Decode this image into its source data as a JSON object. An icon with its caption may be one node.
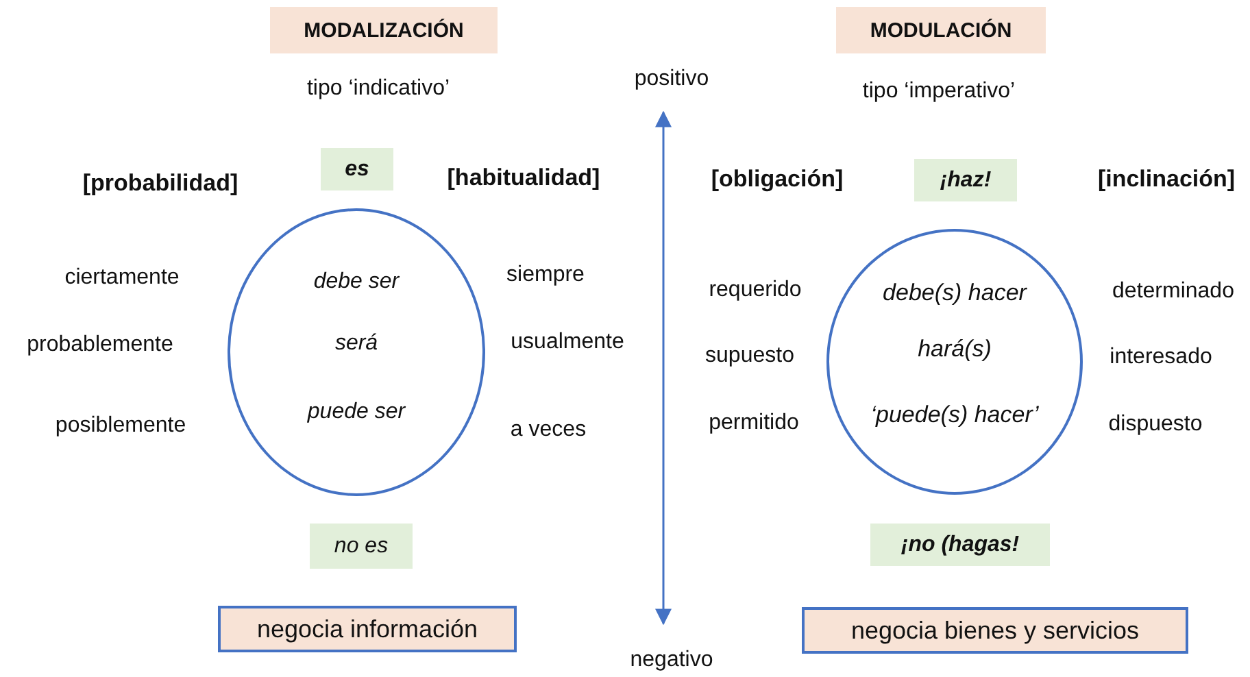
{
  "diagram": {
    "nodes": [
      {
        "text": [
          "MODALIZACIÓN"
        ]
      },
      {
        "text": [
          "es"
        ]
      },
      {
        "text": [
          "debe ser",
          "será",
          "puede ser"
        ]
      },
      {
        "text": [
          "no es"
        ]
      },
      {
        "text": [
          "negocia información"
        ]
      },
      {
        "text": [
          "MODULACIÓN"
        ]
      },
      {
        "text": [
          "¡haz!"
        ]
      },
      {
        "text": [
          "debe(s) hacer",
          "hará(s)",
          "‘puede(s) hacer’"
        ]
      },
      {
        "text": [
          "¡no (hagas!"
        ]
      },
      {
        "text": [
          "negocia bienes y servicios"
        ]
      }
    ],
    "edges": [],
    "labels": [
      "tipo ‘indicativo’",
      "positivo",
      "tipo ‘imperativo’",
      "[probabilidad]",
      "[habitualidad]",
      "[obligación]",
      "[inclinación]",
      "ciertamente",
      "siempre",
      "requerido",
      "determinado",
      "probablemente",
      "usualmente",
      "supuesto",
      "interesado",
      "posiblemente",
      "a veces",
      "permitido",
      "dispuesto",
      "negativo"
    ]
  }
}
